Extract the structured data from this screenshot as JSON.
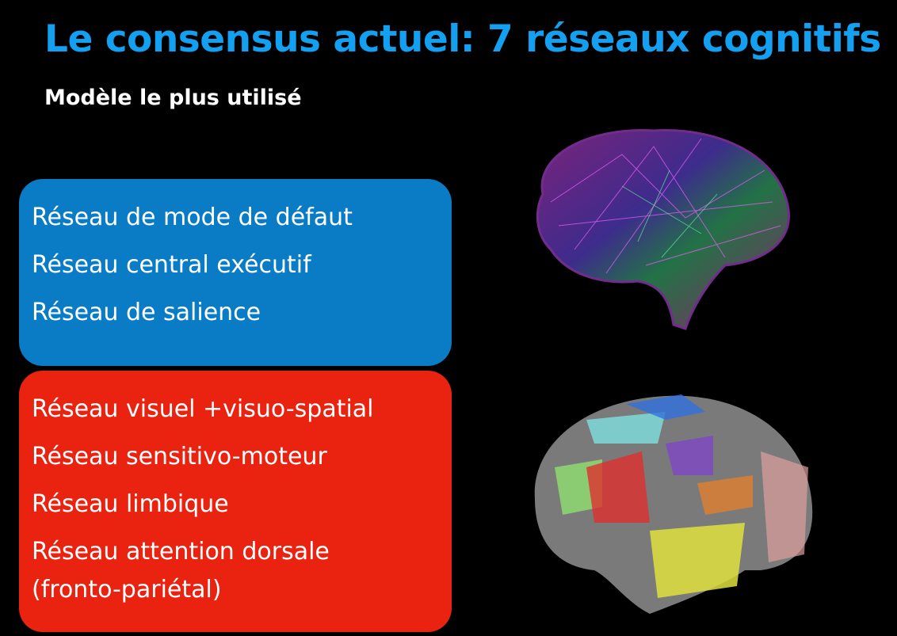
{
  "slide": {
    "title": "Le consensus actuel: 7 réseaux cognitifs",
    "subtitle": "Modèle le plus utilisé"
  },
  "blue_box": {
    "color": "#0a7cc6",
    "items": [
      "Réseau de mode de défaut",
      "Réseau central exécutif",
      "Réseau de salience"
    ]
  },
  "red_box": {
    "color": "#ea2210",
    "items": [
      "Réseau visuel +visuo-spatial",
      "Réseau sensitivo-moteur",
      "Réseau limbique",
      "Réseau attention dorsale",
      "(fronto-pariétal)"
    ]
  },
  "images": {
    "top": "brain-connectome-image",
    "bottom": "brain-networks-surface-image"
  }
}
